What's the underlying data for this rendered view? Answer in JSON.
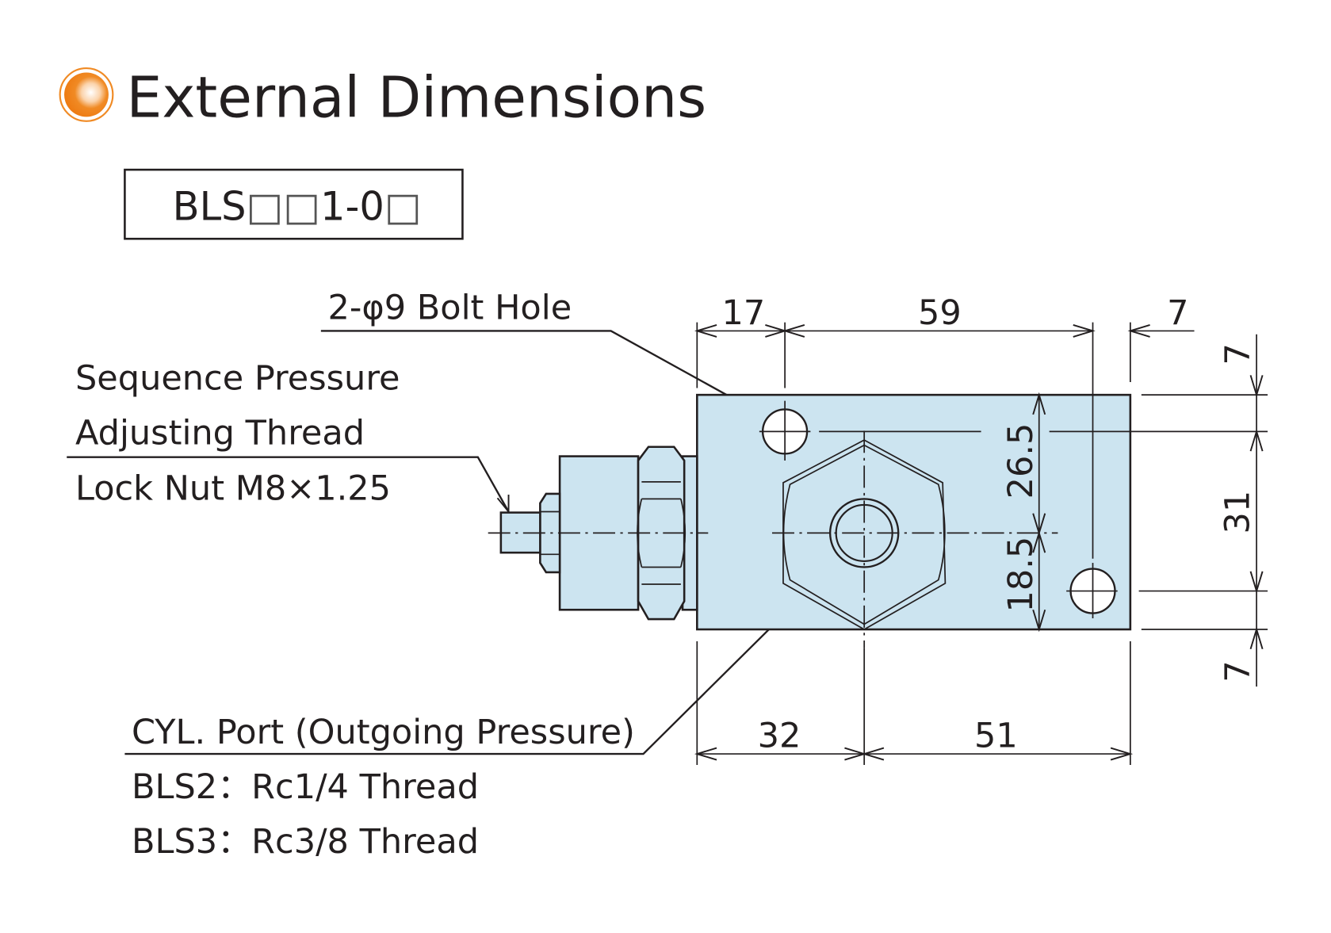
{
  "header": {
    "title": "External Dimensions",
    "bullet_icon": "orange-circle-bullet",
    "accent_color": "#f08a24"
  },
  "model_box": {
    "prefix": "BLS",
    "placeholders_1": "□□",
    "middle": "1-0",
    "placeholders_2": "□"
  },
  "labels": {
    "bolt_hole": "2-φ9 Bolt Hole",
    "adjusting_thread_line1": "Sequence Pressure",
    "adjusting_thread_line2": "Adjusting Thread",
    "lock_nut": "Lock Nut M8×1.25",
    "cyl_port": "CYL. Port (Outgoing Pressure)",
    "bls2_thread": "BLS2：Rc1/4 Thread",
    "bls3_thread": "BLS3：Rc3/8 Thread"
  },
  "dimensions": {
    "top": [
      "17",
      "59",
      "7"
    ],
    "bottom": [
      "32",
      "51"
    ],
    "inner_vertical": [
      "26.5",
      "18.5"
    ],
    "right_vertical": [
      "7",
      "31",
      "7"
    ]
  },
  "colors": {
    "body_fill": "#cce4f0",
    "line": "#231f20"
  }
}
